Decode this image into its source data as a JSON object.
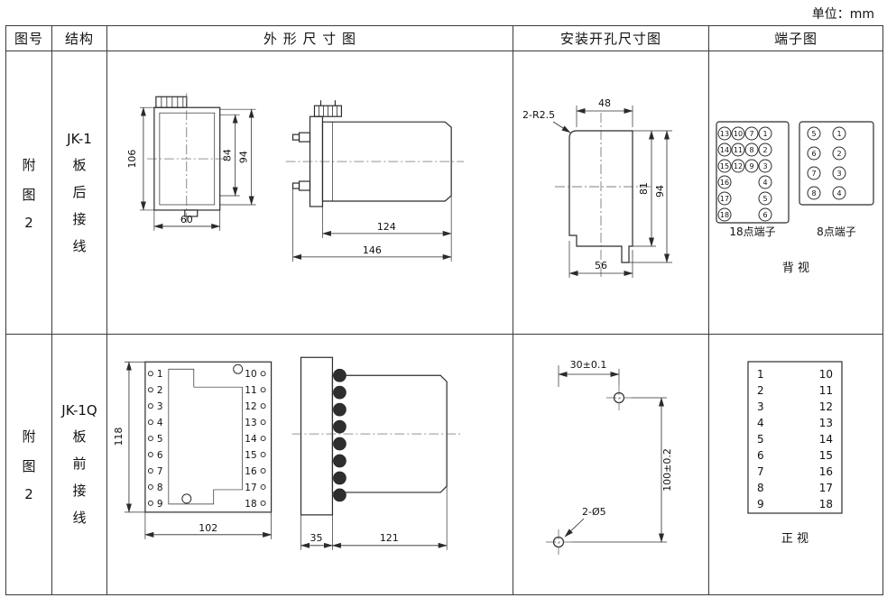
{
  "unit": "单位：mm",
  "header": {
    "fig": "图号",
    "structure": "结构",
    "outline": "外 形 尺 寸 图",
    "mounting": "安装开孔尺寸图",
    "terminal": "端子图"
  },
  "row1": {
    "fig": [
      "附",
      "图",
      "2"
    ],
    "structure": [
      "JK-1",
      "板",
      "后",
      "接",
      "线"
    ],
    "dims": {
      "h106": "106",
      "h84": "84",
      "h94": "94",
      "w60": "60",
      "w124": "124",
      "w146": "146"
    },
    "mount": {
      "radius": "2-R2.5",
      "w48": "48",
      "h81": "81",
      "h94": "94",
      "w56": "56"
    },
    "terminal": {
      "t18": [
        "13",
        "10",
        "7",
        "1",
        "14",
        "11",
        "8",
        "2",
        "15",
        "12",
        "9",
        "3",
        "16",
        "4",
        "17",
        "5",
        "18",
        "6"
      ],
      "t8": [
        "5",
        "1",
        "6",
        "2",
        "7",
        "3",
        "8",
        "4"
      ],
      "label18": "18点端子",
      "label8": "8点端子",
      "view": "背 视"
    }
  },
  "row2": {
    "fig": [
      "附",
      "图",
      "2"
    ],
    "structure": [
      "JK-1Q",
      "板",
      "前",
      "接",
      "线"
    ],
    "dims": {
      "h118": "118",
      "w102": "102",
      "w35": "35",
      "w121": "121"
    },
    "terms": {
      "left": [
        "1",
        "2",
        "3",
        "4",
        "5",
        "6",
        "7",
        "8",
        "9"
      ],
      "right": [
        "10",
        "11",
        "12",
        "13",
        "14",
        "15",
        "16",
        "17",
        "18"
      ]
    },
    "mount": {
      "w30": "30±0.1",
      "h100": "100±0.2",
      "holes": "2-Ø5"
    },
    "table_view": "正 视"
  }
}
